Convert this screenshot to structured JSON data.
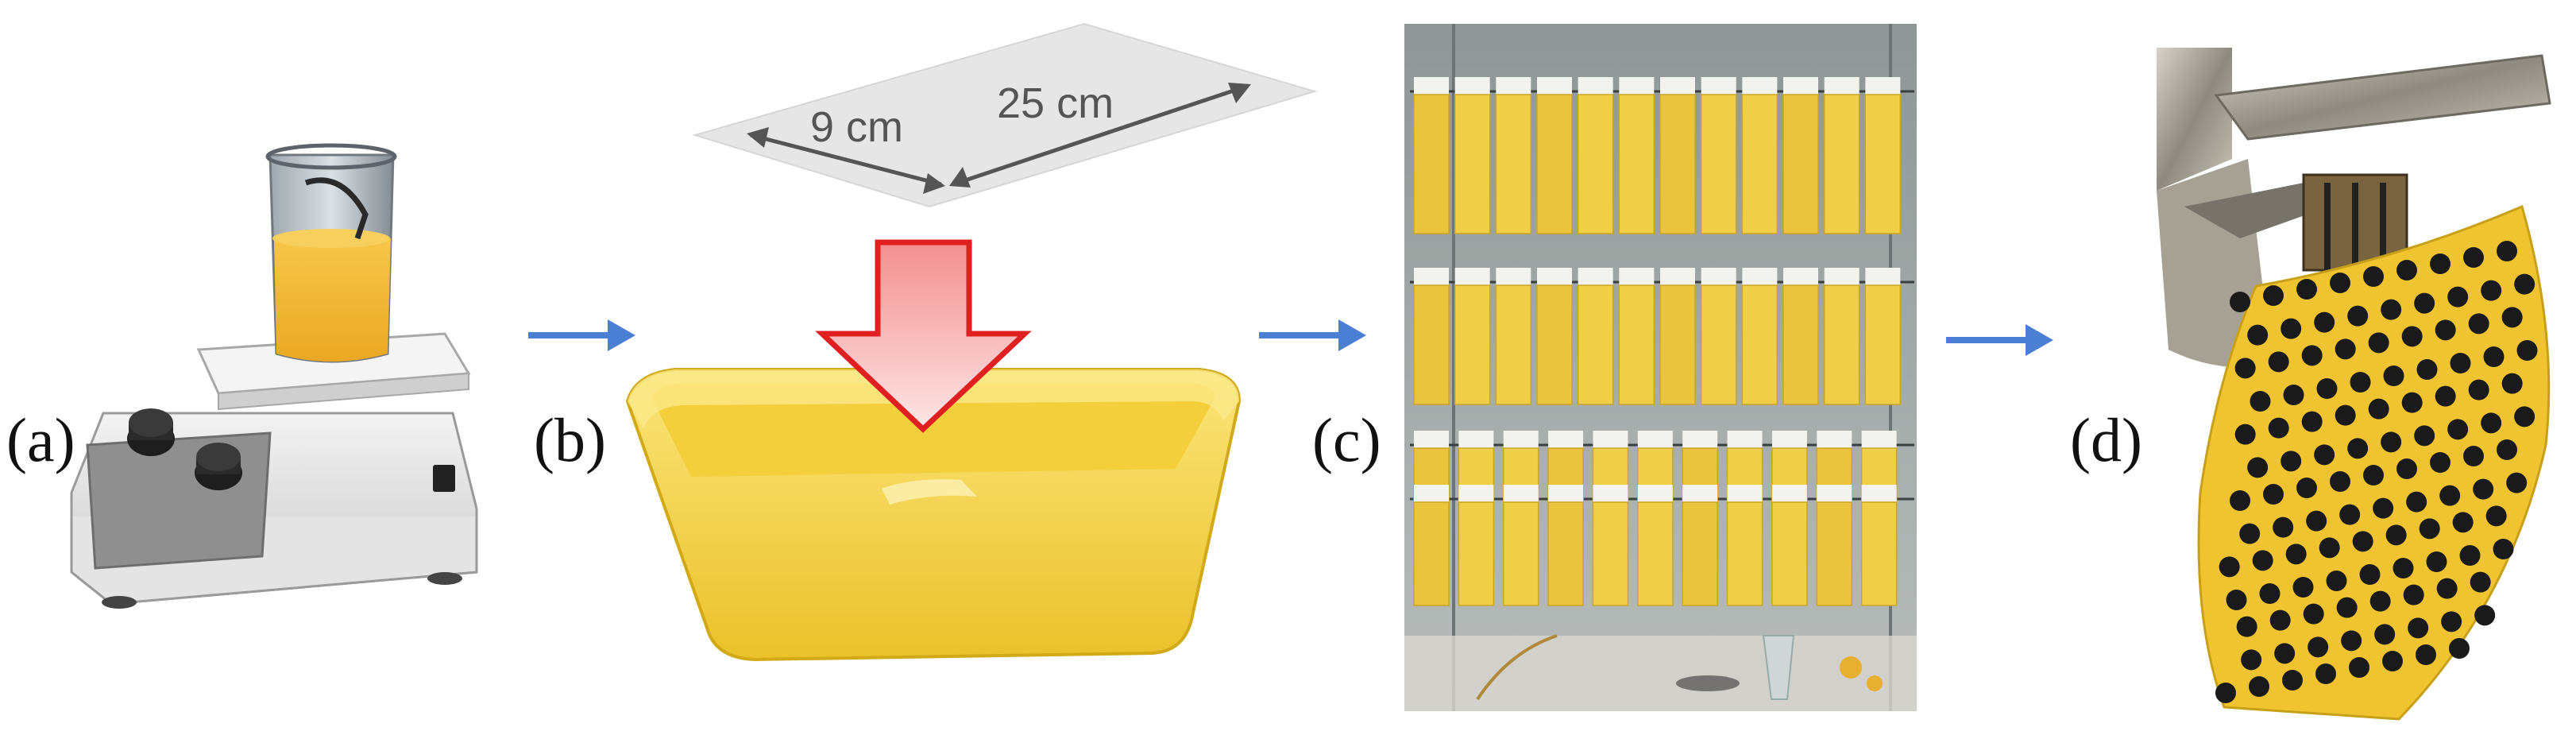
{
  "figure": {
    "panels": [
      {
        "label": "(a)",
        "content": "magnetic stirrer hotplate with beaker of yellow solution"
      },
      {
        "label": "(b)",
        "content": "paper strip dipped into yellow tray"
      },
      {
        "label": "(c)",
        "content": "photo of strips hanging to dry"
      },
      {
        "label": "(d)",
        "content": "photo of hole punch perforating yellow strip"
      }
    ],
    "dimension_width": "9 cm",
    "dimension_length": "25 cm"
  },
  "colors": {
    "arrow": "#4a7fd4",
    "solution": "#f2b632",
    "tray": "#f5d64a",
    "down_arrow_outline": "#e02020",
    "down_arrow_fill": "#f7b8b8",
    "paper": "#e6e6e6"
  }
}
